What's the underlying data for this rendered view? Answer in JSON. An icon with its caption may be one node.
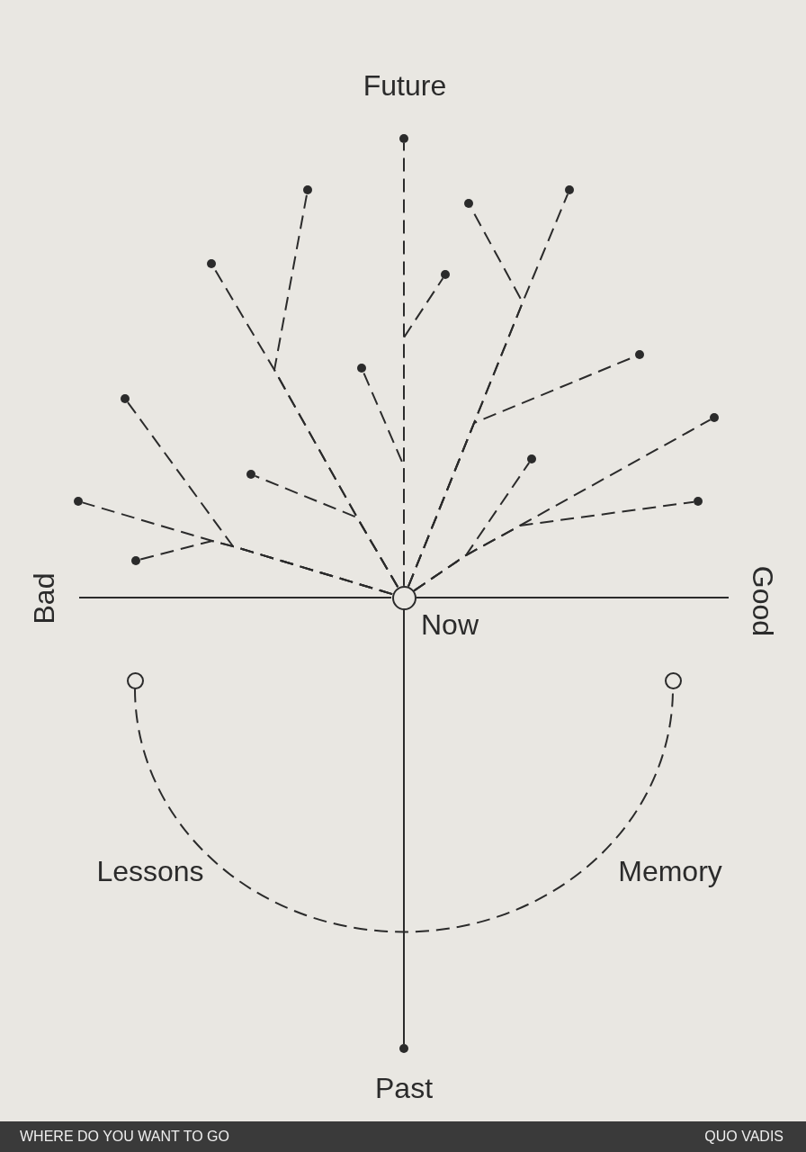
{
  "diagram": {
    "nodes": [
      {
        "text": [],
        "shape": "circle"
      },
      {
        "text": [],
        "shape": "circle"
      },
      {
        "text": [],
        "shape": "circle"
      },
      {
        "text": [],
        "shape": "circle"
      },
      {
        "text": [],
        "shape": "circle"
      },
      {
        "text": [],
        "shape": "circle"
      },
      {
        "text": [],
        "shape": "circle"
      },
      {
        "text": [],
        "shape": "circle"
      },
      {
        "text": [],
        "shape": "circle"
      },
      {
        "text": [],
        "shape": "circle"
      },
      {
        "text": [],
        "shape": "circle"
      },
      {
        "text": [],
        "shape": "circle"
      },
      {
        "text": [],
        "shape": "circle"
      },
      {
        "text": [],
        "shape": "circle"
      },
      {
        "text": [],
        "shape": "circle"
      },
      {
        "text": [],
        "shape": "circle",
        "beside": [
          "Now"
        ]
      },
      {
        "text": [],
        "shape": "circle"
      },
      {
        "text": [],
        "shape": "circle"
      },
      {
        "text": [],
        "shape": "circle"
      }
    ],
    "edges": [
      {
        "from": 15,
        "to": 0,
        "arrow": "none",
        "style": "dashed"
      },
      {
        "from": 15,
        "to": 1,
        "arrow": "none",
        "style": "dashed"
      },
      {
        "from": 15,
        "to": 2,
        "arrow": "none",
        "style": "dashed"
      },
      {
        "from": 15,
        "to": 3,
        "arrow": "none",
        "style": "dashed"
      },
      {
        "from": 15,
        "to": 4,
        "arrow": "none",
        "style": "dashed"
      },
      {
        "from": 15,
        "to": 5,
        "arrow": "none",
        "style": "dashed"
      },
      {
        "from": 15,
        "to": 6,
        "arrow": "none",
        "style": "dashed"
      },
      {
        "from": 15,
        "to": 7,
        "arrow": "none",
        "style": "dashed"
      },
      {
        "from": 15,
        "to": 8,
        "arrow": "none",
        "style": "dashed"
      },
      {
        "from": 15,
        "to": 9,
        "arrow": "none",
        "style": "dashed"
      },
      {
        "from": 15,
        "to": 10,
        "arrow": "none",
        "style": "dashed"
      },
      {
        "from": 15,
        "to": 11,
        "arrow": "none",
        "style": "dashed"
      },
      {
        "from": 15,
        "to": 12,
        "arrow": "none",
        "style": "dashed"
      },
      {
        "from": 15,
        "to": 13,
        "arrow": "none",
        "style": "dashed"
      },
      {
        "from": 15,
        "to": 14,
        "arrow": "none",
        "style": "dashed"
      },
      {
        "from": 15,
        "to": 18,
        "arrow": "none"
      },
      {
        "from": 16,
        "to": 17,
        "arrow": "none",
        "style": "dashed"
      }
    ],
    "labels": [
      "Future",
      "Bad",
      "Good",
      "Lessons",
      "Memory",
      "Past",
      "WHERE DO YOU WANT TO GO",
      "QUO VADIS"
    ]
  }
}
